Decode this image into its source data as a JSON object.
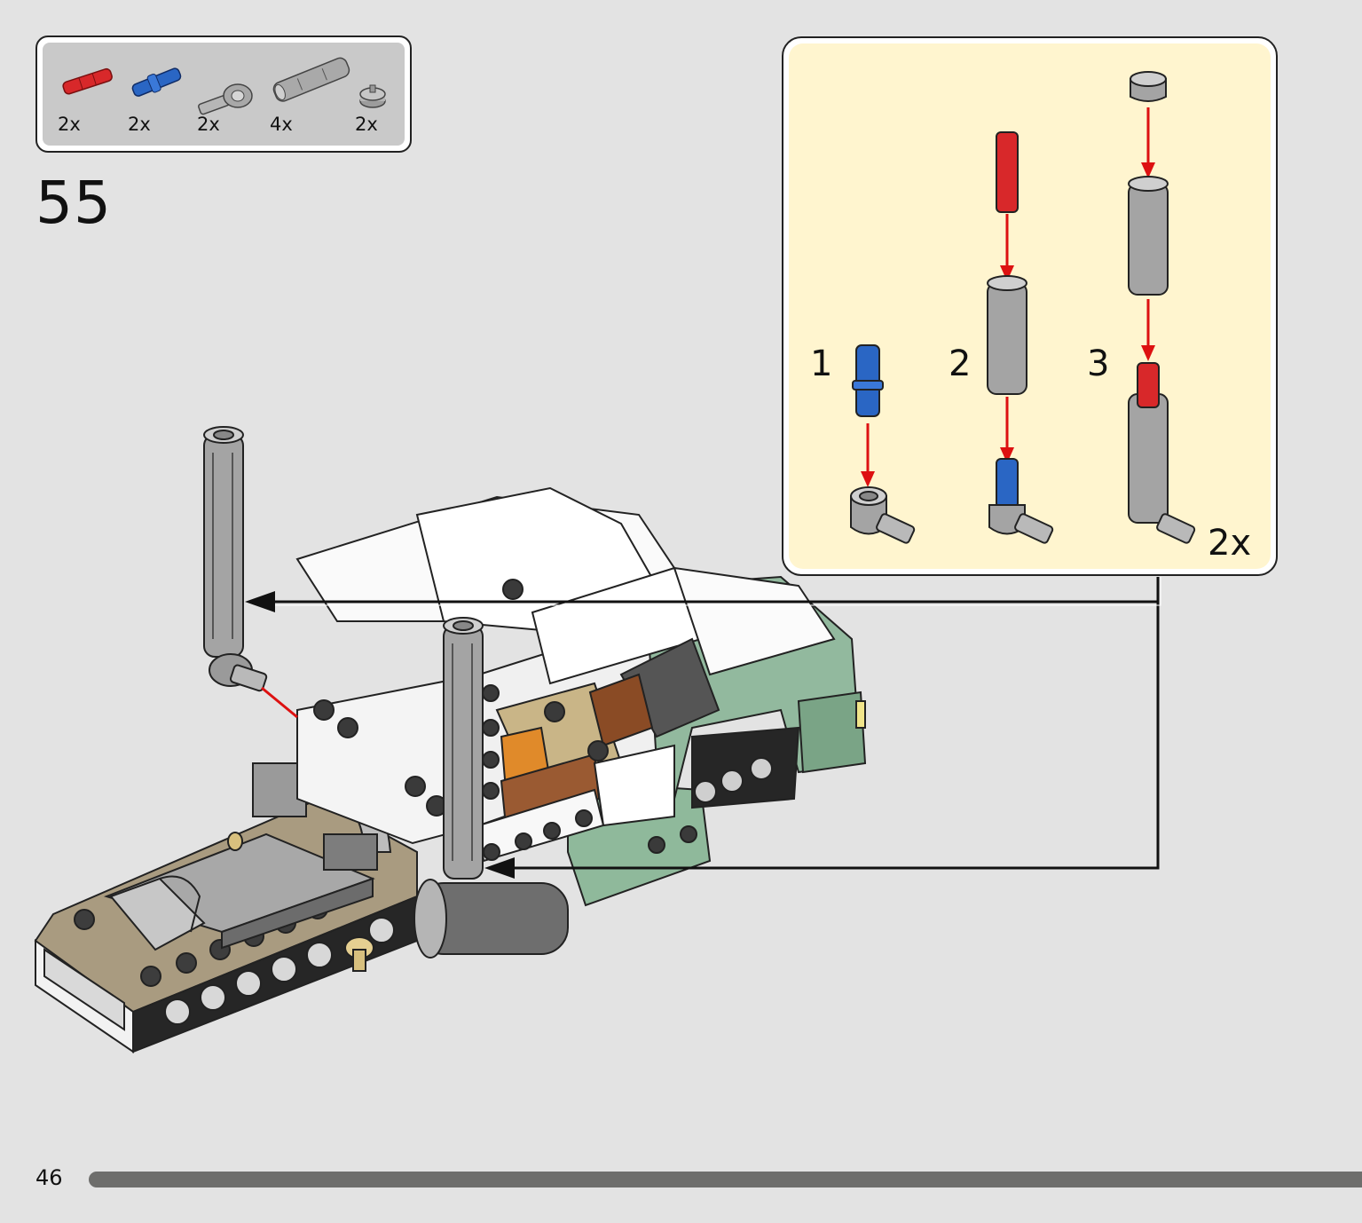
{
  "parts_list": {
    "items": [
      {
        "name": "red-axle-pin",
        "count": "2x",
        "color": "#d8282a"
      },
      {
        "name": "blue-axle-pin",
        "count": "2x",
        "color": "#2a66c4"
      },
      {
        "name": "gray-angle-connector",
        "count": "2x",
        "color": "#9a9a9a"
      },
      {
        "name": "gray-tube",
        "count": "4x",
        "color": "#9a9a9a"
      },
      {
        "name": "gray-round-plate",
        "count": "2x",
        "color": "#9a9a9a"
      }
    ]
  },
  "step": {
    "number": "55"
  },
  "callout": {
    "background": "#fff5cf",
    "substeps": [
      "1",
      "2",
      "3"
    ],
    "multiplier": "2x"
  },
  "footer": {
    "page_number": "46",
    "progress_fraction": 0.94
  }
}
